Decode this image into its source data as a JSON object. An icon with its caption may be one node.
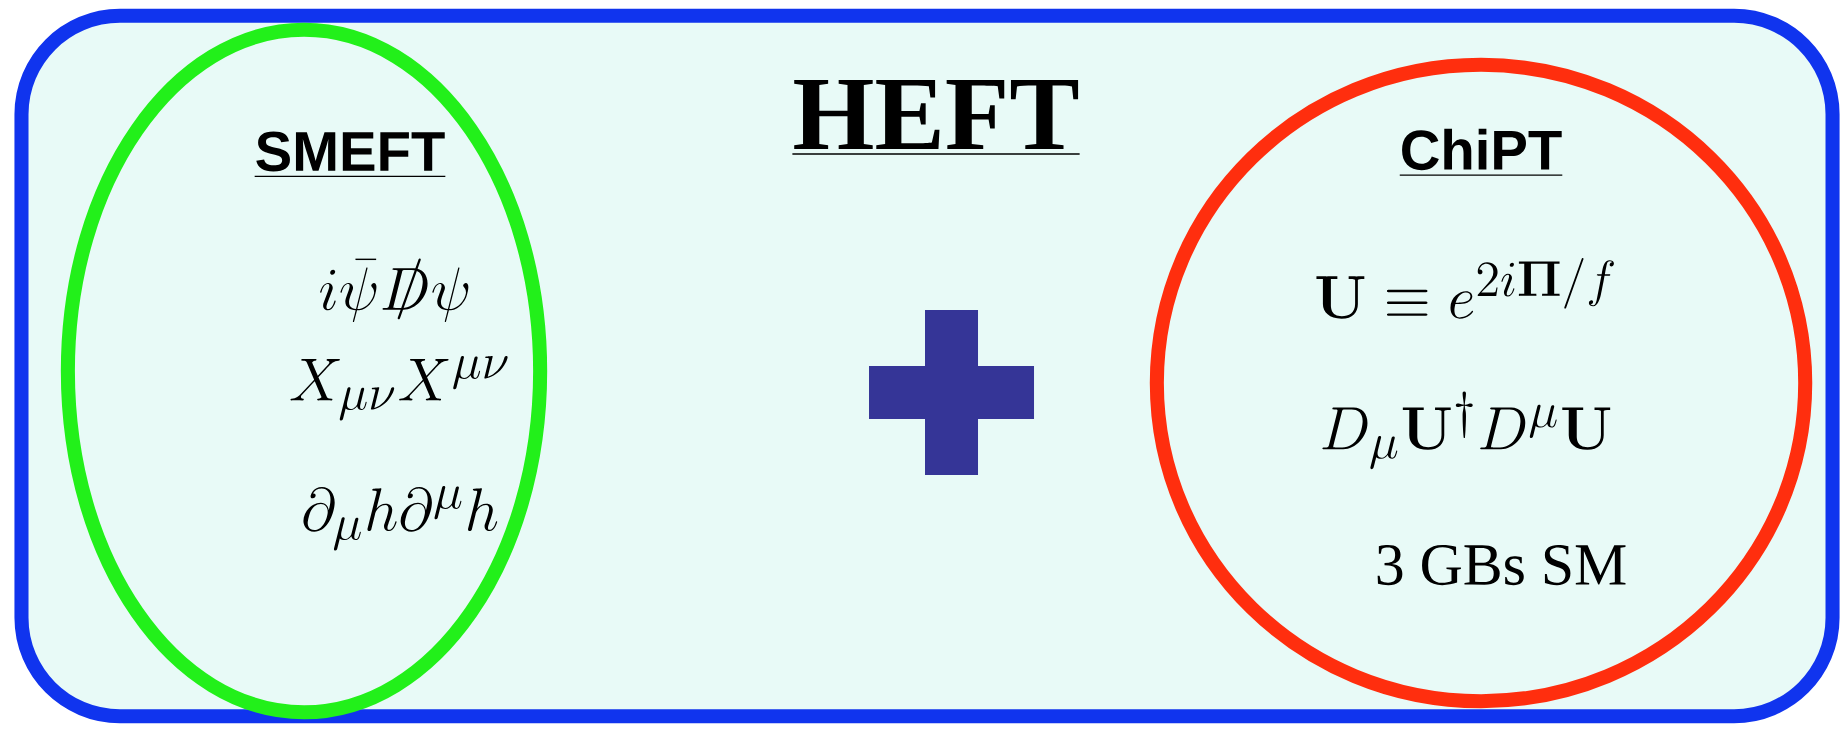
{
  "diagram": {
    "nodes": [
      {
        "text": [
          "HEFT"
        ]
      },
      {
        "text": [
          "SMEFT",
          "i\\bar{\\psi}\\slashed{D}\\psi",
          "X_{\\mu\\nu}X^{\\mu\\nu}",
          "\\partial_\\mu h\\partial^\\mu h"
        ],
        "in": 0
      },
      {
        "text": [
          "ChiPT",
          "\\mathbf{U}\\equiv e^{2i\\mathbf{\\Pi}/f}",
          "D_\\mu\\mathbf{U}^\\dagger D^\\mu\\mathbf{U}",
          "3 GBs SM"
        ],
        "in": 0
      }
    ]
  }
}
